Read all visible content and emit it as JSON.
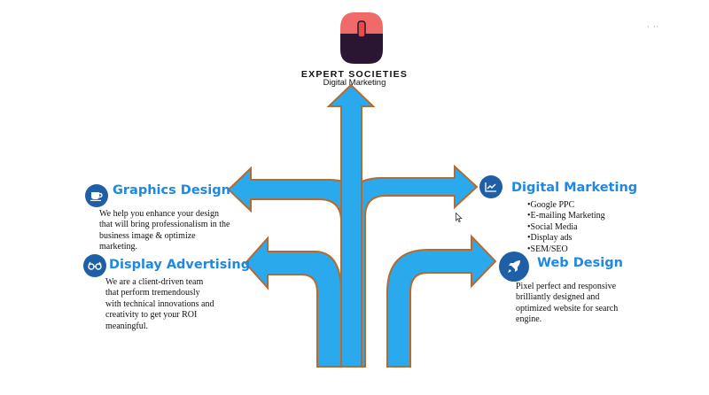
{
  "logo": {
    "title": "EXPERT SOCIETIES",
    "subtitle": "Digital Marketing",
    "colors": {
      "top": "#f06a6a",
      "bottom": "#2a1632",
      "cable": "#e84a4a"
    }
  },
  "arrow_style": {
    "fill": "#2aa9ec",
    "stroke": "#b8692e"
  },
  "heading_color": "#1e88e5",
  "corner_mark": "· ··",
  "sections": {
    "graphics": {
      "icon": "coffee-cup-icon",
      "title": "Graphics Design",
      "desc": [
        "We help you enhance your design",
        "that will bring professionalism in the",
        "business image & optimize",
        "marketing."
      ]
    },
    "display": {
      "icon": "glasses-icon",
      "title": "Display Advertising",
      "desc": [
        "We are a client-driven team",
        "that perform tremendously",
        "with technical innovations and",
        "creativity to get your ROI",
        "meaningful."
      ]
    },
    "digital": {
      "icon": "line-chart-icon",
      "title": "Digital Marketing",
      "bullets": [
        "•Google PPC",
        "•E-mailing Marketing",
        "•Social Media",
        "•Display ads",
        "•SEM/SEO"
      ]
    },
    "web": {
      "icon": "rocket-icon",
      "title": "Web Design",
      "desc": [
        "Pixel perfect and responsive",
        "brilliantly designed and",
        "optimized website for search",
        "engine."
      ]
    }
  }
}
